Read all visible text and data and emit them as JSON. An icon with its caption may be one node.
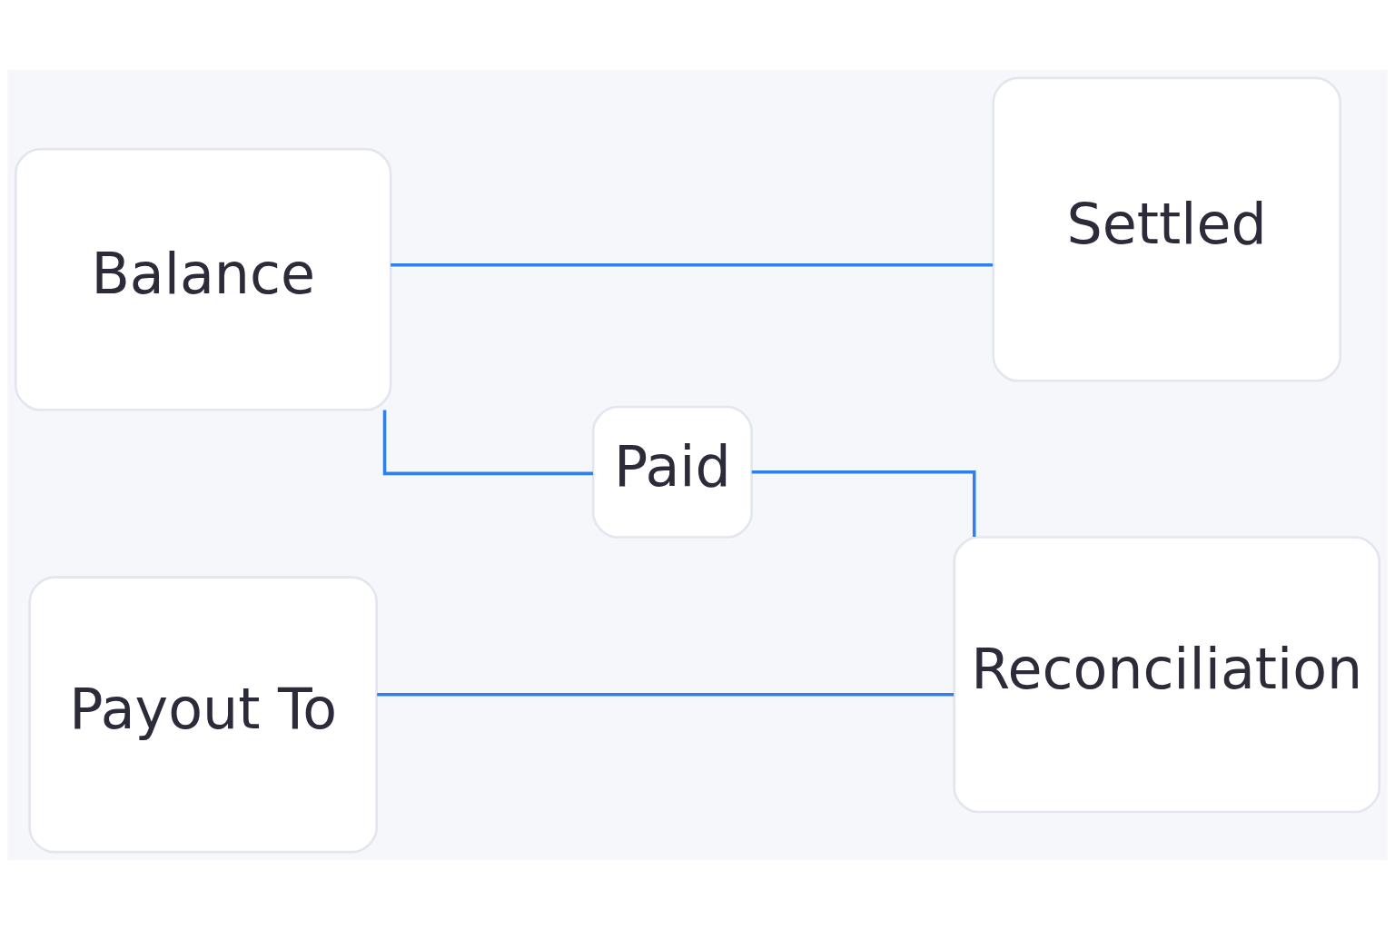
{
  "diagram": {
    "nodes": [
      {
        "text": [
          "Balance"
        ]
      },
      {
        "text": [
          "Settled"
        ]
      },
      {
        "text": [
          "Paid"
        ]
      },
      {
        "text": [
          "Payout To"
        ]
      },
      {
        "text": [
          "Reconciliation"
        ]
      }
    ],
    "edges": [
      {
        "from": 0,
        "to": 1,
        "arrow": "none"
      },
      {
        "from": 0,
        "to": 2,
        "arrow": "none"
      },
      {
        "from": 2,
        "to": 4,
        "arrow": "none"
      },
      {
        "from": 3,
        "to": 4,
        "arrow": "none"
      }
    ]
  }
}
